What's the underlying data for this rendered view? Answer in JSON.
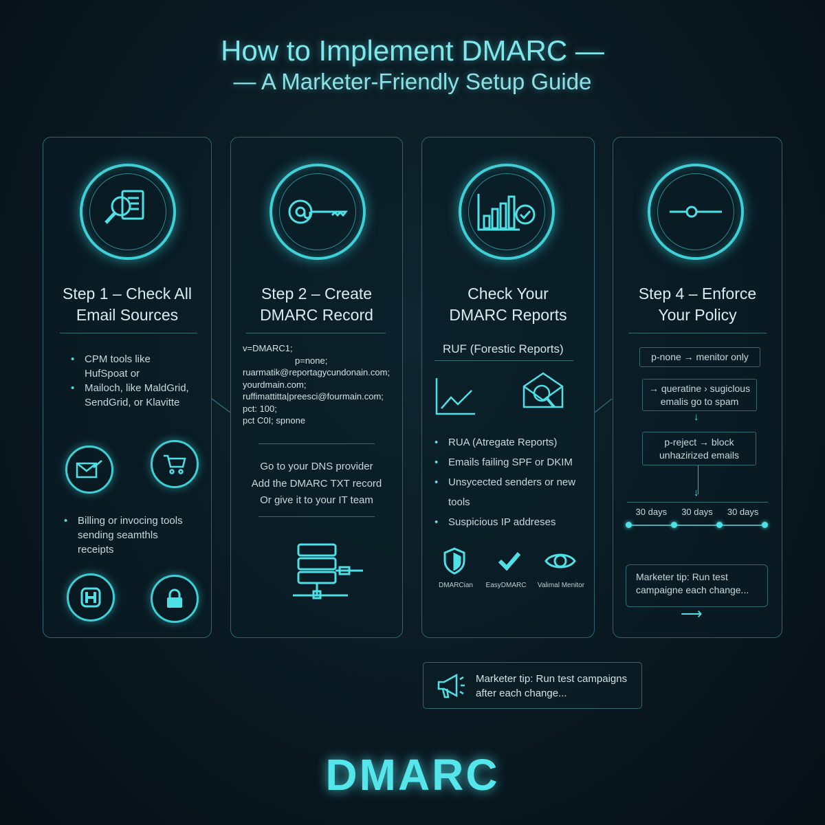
{
  "title": {
    "line1": "How to Implement DMARC —",
    "line2": "— A Marketer-Friendly Setup Guide"
  },
  "steps": [
    {
      "heading1": "Step 1 – Check All",
      "heading2": "Email Sources",
      "icon": "search-document-icon",
      "bullets": [
        "CPM tools like HufSpoat or",
        "Mailoch, like MaldGrid, SendGrid, or Klavitte"
      ],
      "bullets2": [
        "Billing or invocing tools sending seamthls receipts"
      ],
      "icons": [
        "email-send-icon",
        "shopping-cart-icon",
        "h-logo-icon",
        "lock-icon"
      ]
    },
    {
      "heading1": "Step 2 – Create",
      "heading2": "DMARC Record",
      "icon": "at-key-icon",
      "record": [
        "v=DMARC1;",
        "p=none;",
        "ruarmatik@reportagycundonain.com;",
        "yourdmain.com;",
        "ruffimattitta|preesci@fourmain.com;",
        "pct: 100;",
        "pct C0I; spnone"
      ],
      "instructions": [
        "Go to your DNS provider",
        "Add the DMARC TXT record",
        "Or give it to your IT team"
      ],
      "icon2": "server-network-icon"
    },
    {
      "heading1": "Check Your",
      "heading2": "DMARC Reports",
      "icon": "bar-chart-check-icon",
      "subheading": "RUF (Forestic Reports)",
      "bullets": [
        "RUA (Atregate Reports)",
        "Emails failing SPF or DKIM",
        "Unsycected senders or new tools",
        "Suspicious IP addreses"
      ],
      "tools": [
        {
          "icon": "shield-icon",
          "label": "DMARCian"
        },
        {
          "icon": "checkmark-icon",
          "label": "EasyDMARC"
        },
        {
          "icon": "eye-icon",
          "label": "Valimal Menitor"
        }
      ]
    },
    {
      "heading1": "Step 4 – Enforce",
      "heading2": "Your Policy",
      "icon": "slider-icon",
      "policies": [
        "p-none →  menitor only",
        "→ queratine › sugiclous emalis go to spam",
        "p-reject → block unhazirized emails"
      ],
      "timeline": [
        "30 days",
        "30 days",
        "30 days"
      ],
      "tip": "Marketer tip: Run test campaigne each change..."
    }
  ],
  "bottom_tip": "Marketer tip: Run test campaigns after each change...",
  "logo": "DMARC",
  "colors": {
    "accent": "#3fd0d6",
    "background": "#0a1820",
    "title": "#7fe6ea"
  }
}
